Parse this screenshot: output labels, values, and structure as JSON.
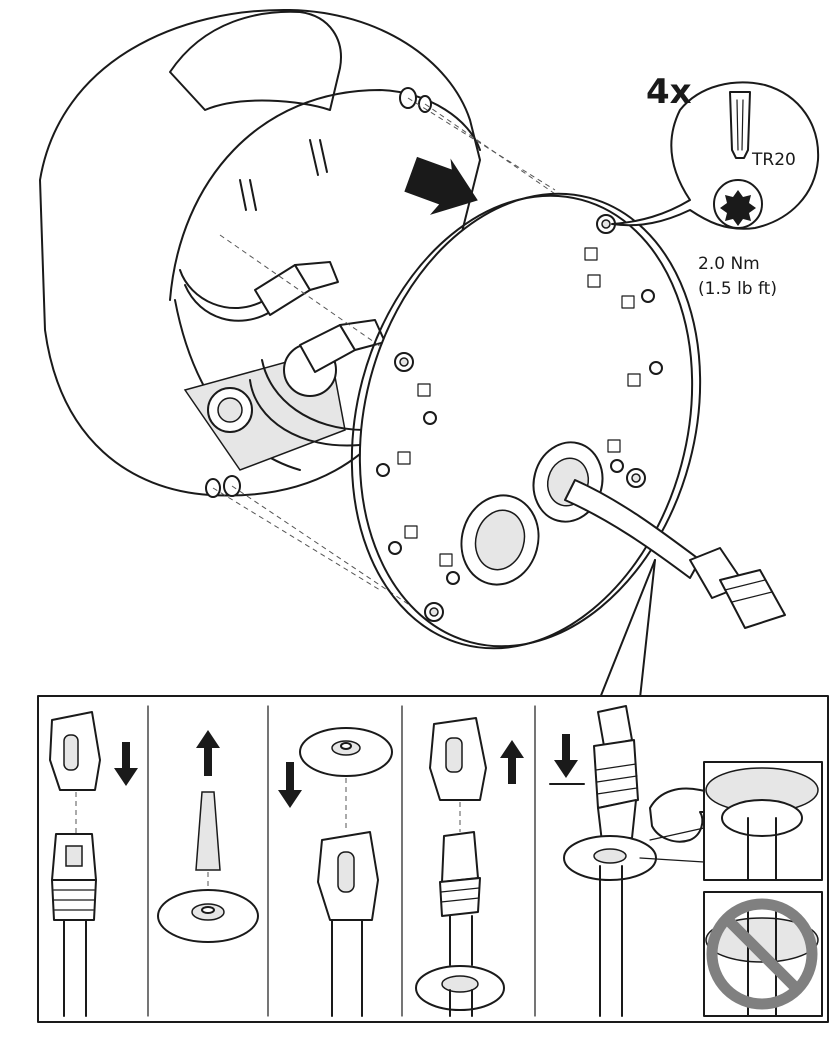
{
  "callout": {
    "quantity": "4x",
    "bit": "TR20",
    "torque_nm": "2.0 Nm",
    "torque_lbft": "(1.5 lb ft)"
  },
  "icons": [
    "torx-screwdriver-icon",
    "torx-head-icon",
    "insert-arrow-icon",
    "down-arrow-icon",
    "up-arrow-icon",
    "pointing-hand-icon",
    "prohibited-icon"
  ],
  "colors": {
    "line": "#1a1a1a",
    "shade_light": "#e6e6e6",
    "shade_mid": "#bdbdbd",
    "prohibited": "#808080"
  },
  "steps": [
    {
      "name": "step-remove-cover"
    },
    {
      "name": "step-lift-plug"
    },
    {
      "name": "step-insert-gasket"
    },
    {
      "name": "step-replace-cover"
    },
    {
      "name": "step-seat-gasket"
    }
  ]
}
